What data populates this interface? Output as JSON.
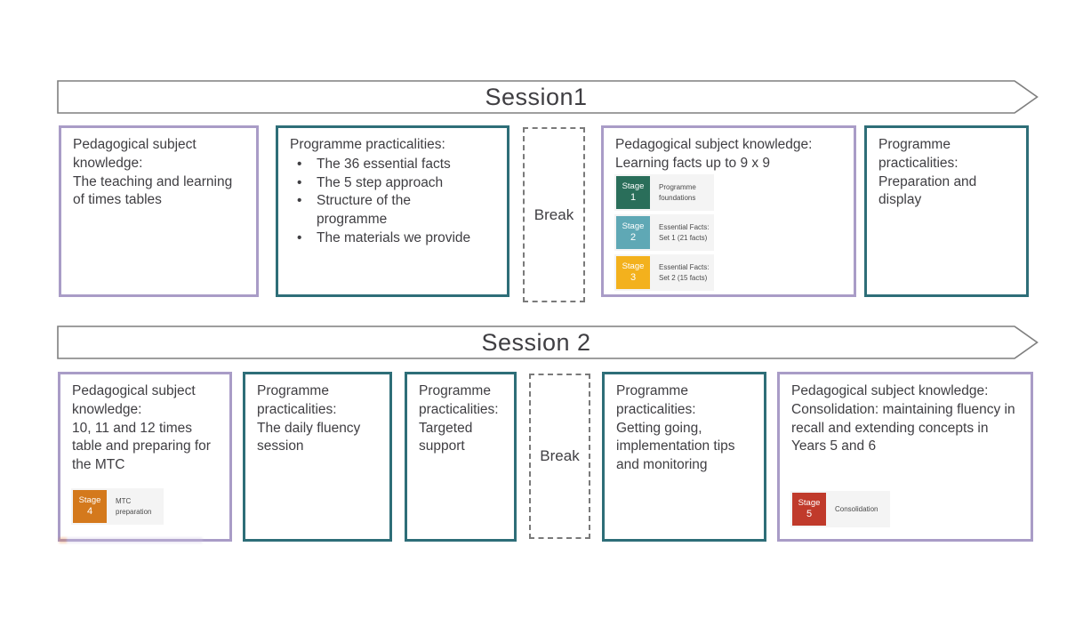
{
  "colors": {
    "text": "#3f3e42",
    "purple-border": "#a99cc7",
    "teal-border": "#2e6e78",
    "banner-border": "#7f7f7f",
    "banner-fill": "#ffffff",
    "break-border": "#7a7a7a",
    "stage-row-bg": "#f4f4f4",
    "stage-label-text": "#4a4a4a",
    "stage-badge-text": "#ffffff"
  },
  "session1": {
    "banner_label": "Session1",
    "break_label": "Break",
    "psk_times_tables": {
      "heading": "Pedagogical subject knowledge:",
      "body": "The teaching and learning of times tables"
    },
    "practicalities_overview": {
      "heading": "Programme practicalities:",
      "bullets": [
        "The 36 essential facts",
        "The 5 step approach",
        "Structure of the programme",
        "The materials we provide"
      ]
    },
    "psk_learning_facts": {
      "heading": "Pedagogical subject knowledge:",
      "body": "Learning facts up to 9 x 9",
      "stages": [
        {
          "word": "Stage",
          "number": "1",
          "label": "Programme foundations",
          "color": "#2a6e5a"
        },
        {
          "word": "Stage",
          "number": "2",
          "label": "Essential Facts: Set 1 (21 facts)",
          "color": "#5fa8b5"
        },
        {
          "word": "Stage",
          "number": "3",
          "label": "Essential Facts: Set 2 (15 facts)",
          "color": "#f3b11d"
        }
      ]
    },
    "practicalities_prep": {
      "heading": "Programme practicalities:",
      "body": "Preparation and display"
    }
  },
  "session2": {
    "banner_label": "Session 2",
    "break_label": "Break",
    "psk_mtc": {
      "heading": "Pedagogical subject knowledge:",
      "body": "10, 11 and 12 times table and preparing for the MTC",
      "stages": [
        {
          "word": "Stage",
          "number": "4",
          "label": "MTC preparation",
          "color": "#d4791c"
        }
      ]
    },
    "practicalities_fluency": {
      "heading": "Programme practicalities:",
      "body": "The daily fluency session"
    },
    "practicalities_support": {
      "heading": "Programme practicalities:",
      "body": "Targeted support"
    },
    "practicalities_implementation": {
      "heading": "Programme practicalities:",
      "body": "Getting going, implementation tips and monitoring"
    },
    "psk_consolidation": {
      "heading": "Pedagogical subject knowledge:",
      "body": "Consolidation: maintaining fluency in recall and extending concepts in Years 5 and 6",
      "stages": [
        {
          "word": "Stage",
          "number": "5",
          "label": "Consolidation",
          "color": "#c03a2b"
        }
      ]
    }
  }
}
